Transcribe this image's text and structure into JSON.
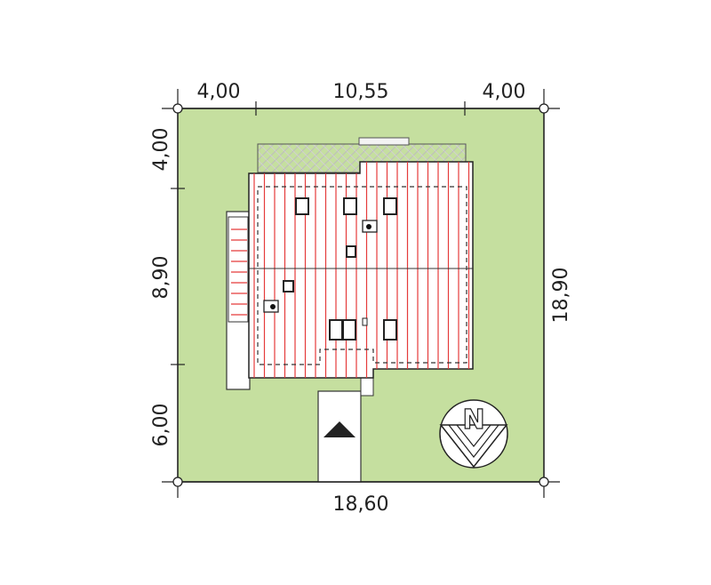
{
  "site_plan": {
    "top_dimensions": {
      "left": "4,00",
      "middle": "10,55",
      "right": "4,00"
    },
    "left_dimensions": {
      "top": "4,00",
      "middle": "8,90",
      "bottom": "6,00"
    },
    "bottom_dimension": "18,60",
    "right_dimension": "18,90",
    "compass_letter": "N",
    "colors": {
      "lawn": "#c5df9f",
      "roof_fill": "#ffffff",
      "roof_lines": "#e53b3b",
      "outline": "#222222",
      "terrace_pattern": "#bbbbbb"
    }
  }
}
